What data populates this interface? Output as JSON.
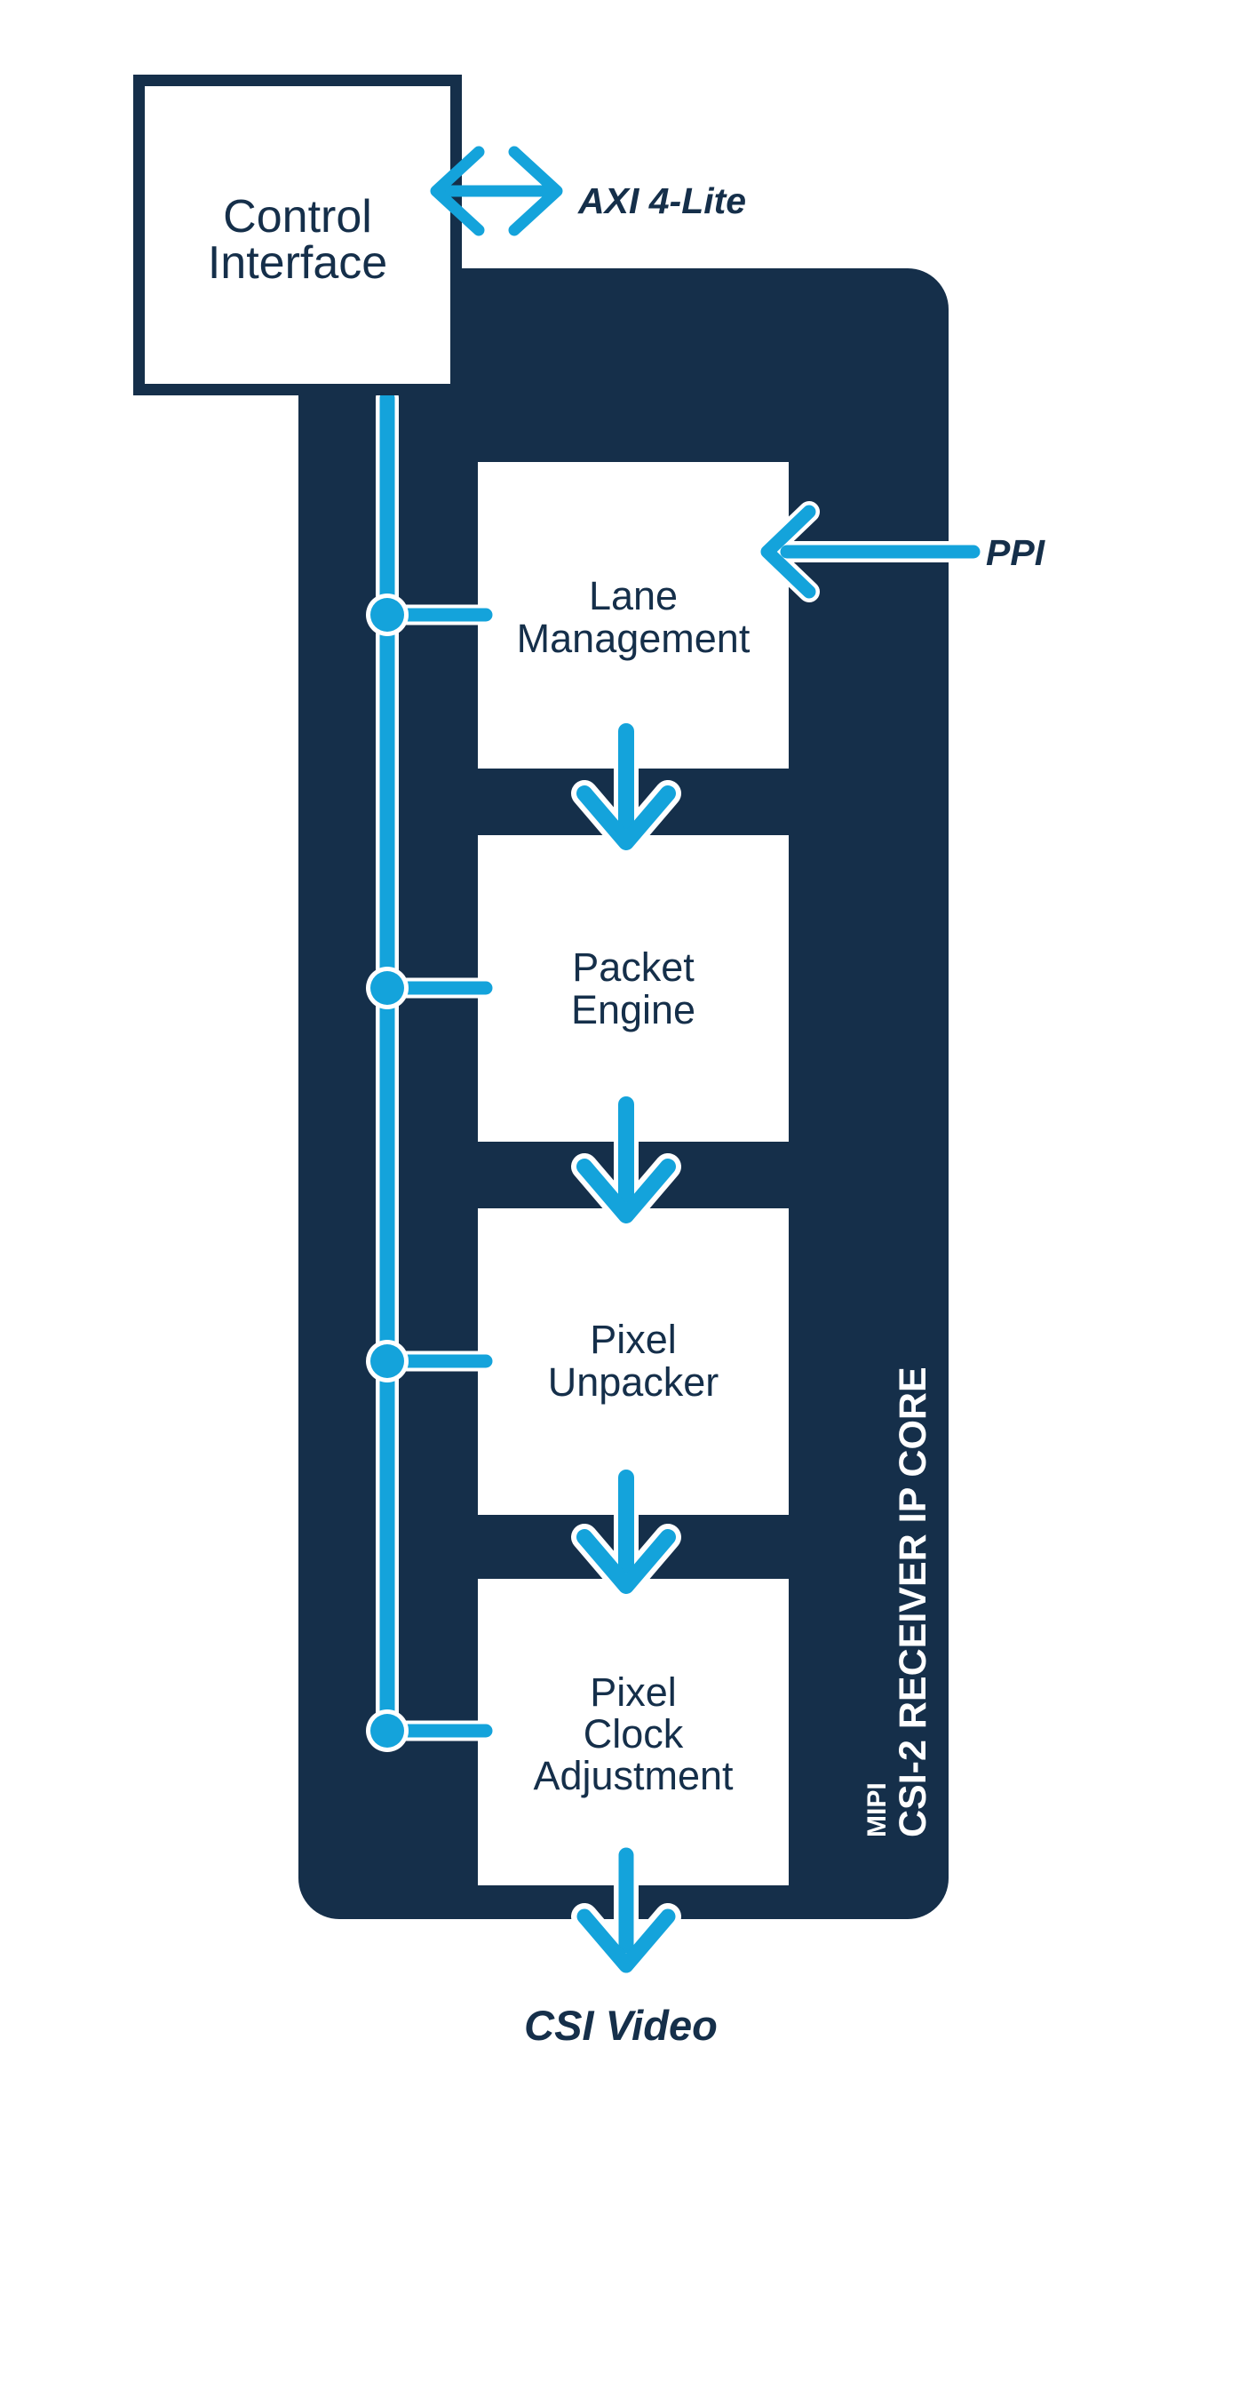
{
  "diagram": {
    "control": {
      "line1": "Control",
      "line2": "Interface"
    },
    "core": {
      "label_line1": "MIPI",
      "label_line2": "CSI-2 RECEIVER IP CORE"
    },
    "blocks": [
      {
        "id": "lane-management",
        "line1": "Lane",
        "line2": "Management"
      },
      {
        "id": "packet-engine",
        "line1": "Packet",
        "line2": "Engine"
      },
      {
        "id": "pixel-unpacker",
        "line1": "Pixel",
        "line2": "Unpacker"
      },
      {
        "id": "pixel-clock-adjustment",
        "line1": "Pixel",
        "line2": "Clock",
        "line3": "Adjustment"
      }
    ],
    "ports": {
      "axi_label": "AXI 4-Lite",
      "ppi_label": "PPI",
      "csi_label": "CSI Video"
    },
    "colors": {
      "navy": "#152F4A",
      "blue": "#14A3DB",
      "connector_outline": "#FFFFFF"
    }
  }
}
